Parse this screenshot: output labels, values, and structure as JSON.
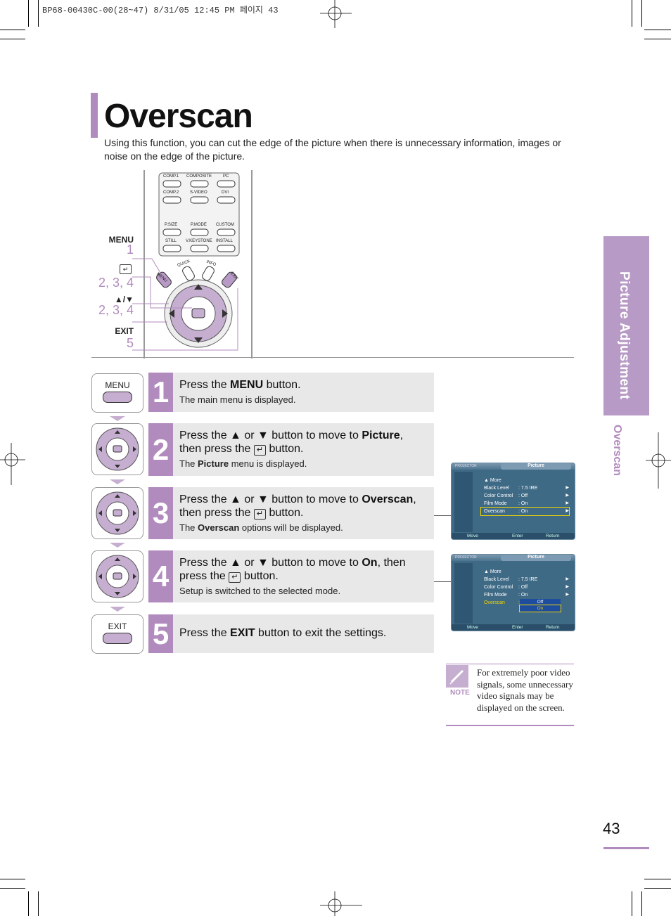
{
  "print_header": "BP68-00430C-00(28~47)  8/31/05  12:45 PM 페이지 43",
  "title": "Overscan",
  "intro": "Using this function, you can cut the edge of the picture when there is unnecessary information, images or noise on the edge of the picture.",
  "side_tab": {
    "section": "Picture Adjustment",
    "subsection": "Overscan"
  },
  "remote": {
    "labels": {
      "menu": "MENU",
      "menu_num": "1",
      "enter_num": "2, 3, 4",
      "updown": "▲/▼",
      "updown_num": "2, 3, 4",
      "exit": "EXIT",
      "exit_num": "5"
    },
    "buttons": {
      "comp1": "COMP.1",
      "composite": "COMPOSITE",
      "pc": "PC",
      "comp2": "COMP.2",
      "svideo": "S-VIDEO",
      "dvi": "DVI",
      "psize": "P.SIZE",
      "pmode": "P.MODE",
      "custom": "CUSTOM",
      "still": "STILL",
      "vkeystone": "V.KEYSTONE",
      "install": "INSTALL",
      "menu": "MENU",
      "quick": "QUICK",
      "info": "INFO",
      "exit": "EXIT"
    }
  },
  "steps": [
    {
      "num": "1",
      "icon_label": "MENU",
      "main_pre": "Press the ",
      "main_bold": "MENU",
      "main_post": " button.",
      "sub": "The main menu is displayed."
    },
    {
      "num": "2",
      "line1_pre": "Press the ▲ or ▼ button to move to ",
      "line1_bold": "Picture",
      "line1_post": ",",
      "line2_pre": "then press the ",
      "line2_post": " button.",
      "sub_pre": "The ",
      "sub_bold": "Picture",
      "sub_post": " menu is displayed."
    },
    {
      "num": "3",
      "line1_pre": "Press the ▲ or ▼ button to move to ",
      "line1_bold": "Overscan",
      "line1_post": ",",
      "line2_pre": "then press the ",
      "line2_post": " button.",
      "sub_pre": "The ",
      "sub_bold": "Overscan",
      "sub_post": " options will be displayed."
    },
    {
      "num": "4",
      "line1_pre": "Press the ▲ or ▼ button to move to ",
      "line1_bold": "On",
      "line1_post": ", then",
      "line2_pre": "press the ",
      "line2_post": " button.",
      "sub": "Setup is switched to the selected mode."
    },
    {
      "num": "5",
      "icon_label": "EXIT",
      "main_pre": "Press the ",
      "main_bold": "EXIT",
      "main_post": " button to exit the settings."
    }
  ],
  "osd": {
    "brand": "PROJECTOR",
    "title": "Picture",
    "more": "▲ More",
    "rows": [
      {
        "key": "Black Level",
        "value": ": 7.5 IRE"
      },
      {
        "key": "Color Control",
        "value": ": Off"
      },
      {
        "key": "Film Mode",
        "value": ": On"
      },
      {
        "key": "Overscan",
        "value": ": On"
      }
    ],
    "colon": ":",
    "options": [
      "Off",
      "On"
    ],
    "footer": {
      "move": "Move",
      "enter": "Enter",
      "ret": "Return"
    },
    "highlight_color": "#f2d600"
  },
  "note": {
    "label": "NOTE",
    "text": "For extremely poor video signals, some unnecessary video signals may be displayed on the screen."
  },
  "page_number": "43",
  "colors": {
    "accent": "#b18bbd",
    "light_accent": "#c6aed1",
    "step_bg": "#e8e8e8"
  }
}
